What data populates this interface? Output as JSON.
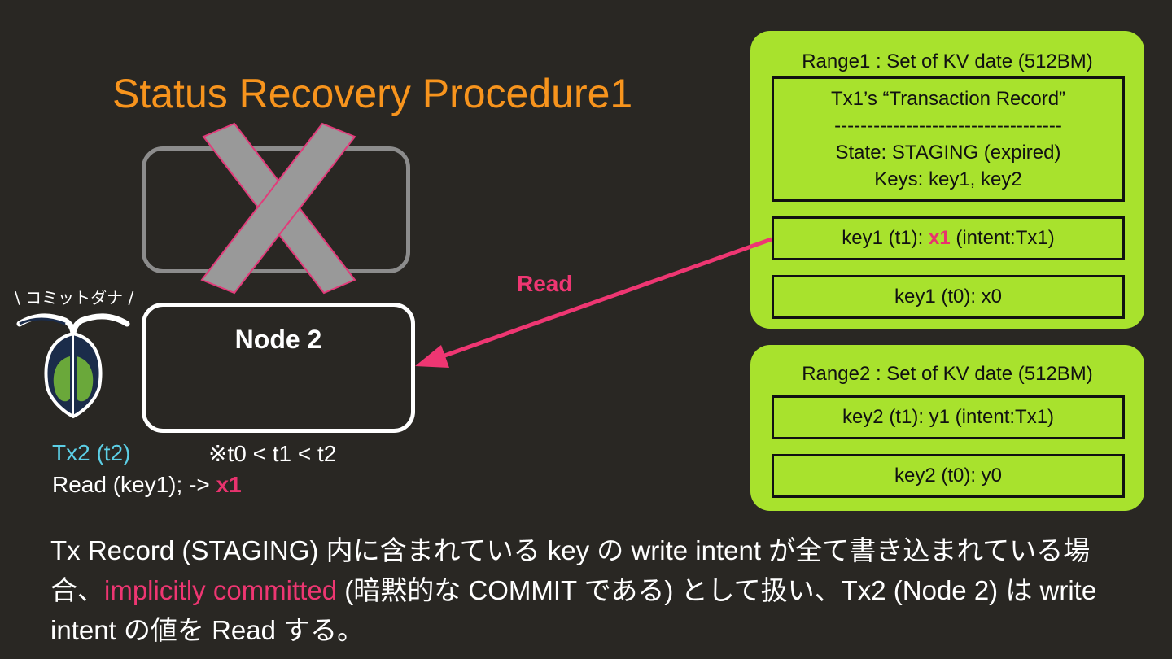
{
  "title": "Status Recovery Procedure1",
  "node2": {
    "label": "Node 2"
  },
  "edge": {
    "label": "Read"
  },
  "mascot": {
    "caption": "\\ コミットダナ /"
  },
  "tx2": {
    "label": "Tx2 (t2)",
    "order_note": "※t0 < t1 < t2",
    "read_call_prefix": "Read (key1); -> ",
    "read_call_result": "x1"
  },
  "range1": {
    "title": "Range1 : Set of KV date (512BM)",
    "record": {
      "heading": "Tx1’s “Transaction Record”",
      "divider": "-----------------------------------",
      "state": "State: STAGING (expired)",
      "keys": "Keys: key1, key2"
    },
    "kv1": {
      "prefix": "key1 (t1): ",
      "value": "x1",
      "suffix": " (intent:Tx1)"
    },
    "kv2": {
      "text": "key1 (t0): x0"
    }
  },
  "range2": {
    "title": "Range2 : Set of KV date (512BM)",
    "kv1": {
      "text": "key2 (t1): y1 (intent:Tx1)"
    },
    "kv2": {
      "text": "key2 (t0): y0"
    }
  },
  "paragraph": {
    "part1": "Tx Record (STAGING) 内に含まれている key の write intent が全て書き込まれている場合、",
    "highlight": "implicitly committed",
    "part2": " (暗黙的な COMMIT である) として扱い、Tx2 (Node 2) は write intent の値を Read する。"
  },
  "colors": {
    "background": "#292723",
    "title": "#f7941d",
    "range_fill": "#a8e22d",
    "accent_pink": "#ee3672",
    "tx_blue": "#5ccfe6",
    "node1_border": "#8c8c8c",
    "cross_fill": "#999999"
  },
  "icons": [
    "firefly-mascot-icon",
    "failure-cross-icon",
    "read-arrow-icon"
  ]
}
